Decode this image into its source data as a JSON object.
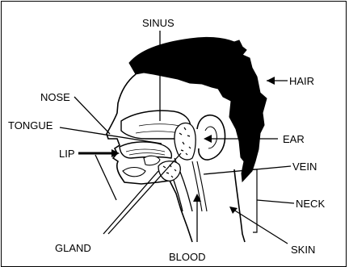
{
  "labels": {
    "sinus": "SINUS",
    "nose": "NOSE",
    "tongue": "TONGUE",
    "lip": "LIP",
    "gland": "GLAND",
    "blood": "BLOOD",
    "hair": "HAIR",
    "ear": "EAR",
    "vein": "VEIN",
    "neck": "NECK",
    "skin": "SKIN"
  },
  "colors": {
    "ink": "#000000",
    "paper": "#ffffff"
  }
}
